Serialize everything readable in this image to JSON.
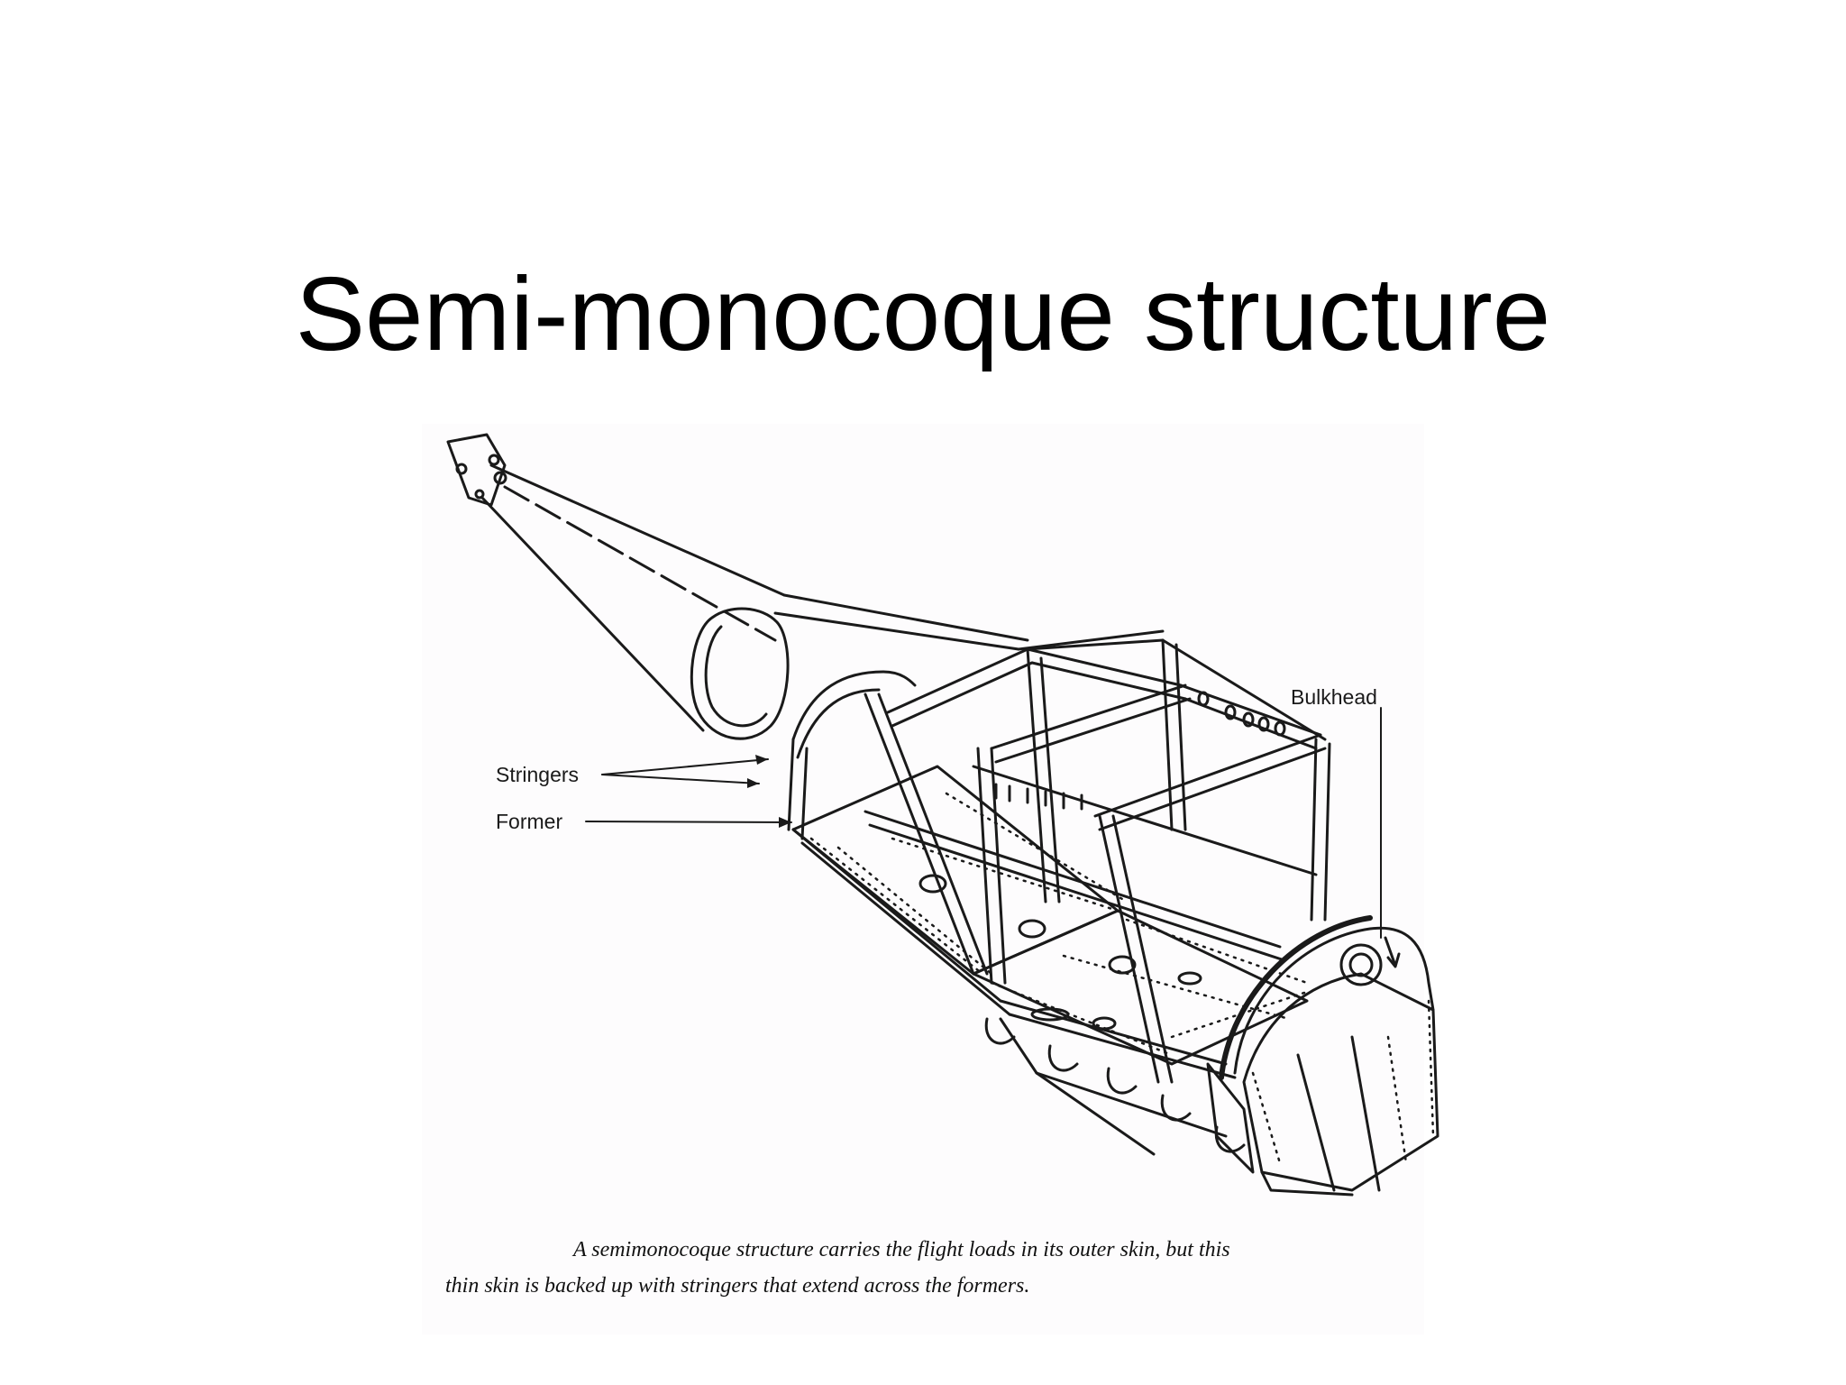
{
  "slide": {
    "title": "Semi-monocoque structure"
  },
  "figure": {
    "labels": {
      "stringers": "Stringers",
      "former": "Former",
      "bulkhead": "Bulkhead"
    },
    "caption": {
      "line1": "A semimonocoque structure carries the flight loads in its outer skin, but this",
      "line2": "thin skin is backed up with stringers that extend across the formers."
    }
  }
}
